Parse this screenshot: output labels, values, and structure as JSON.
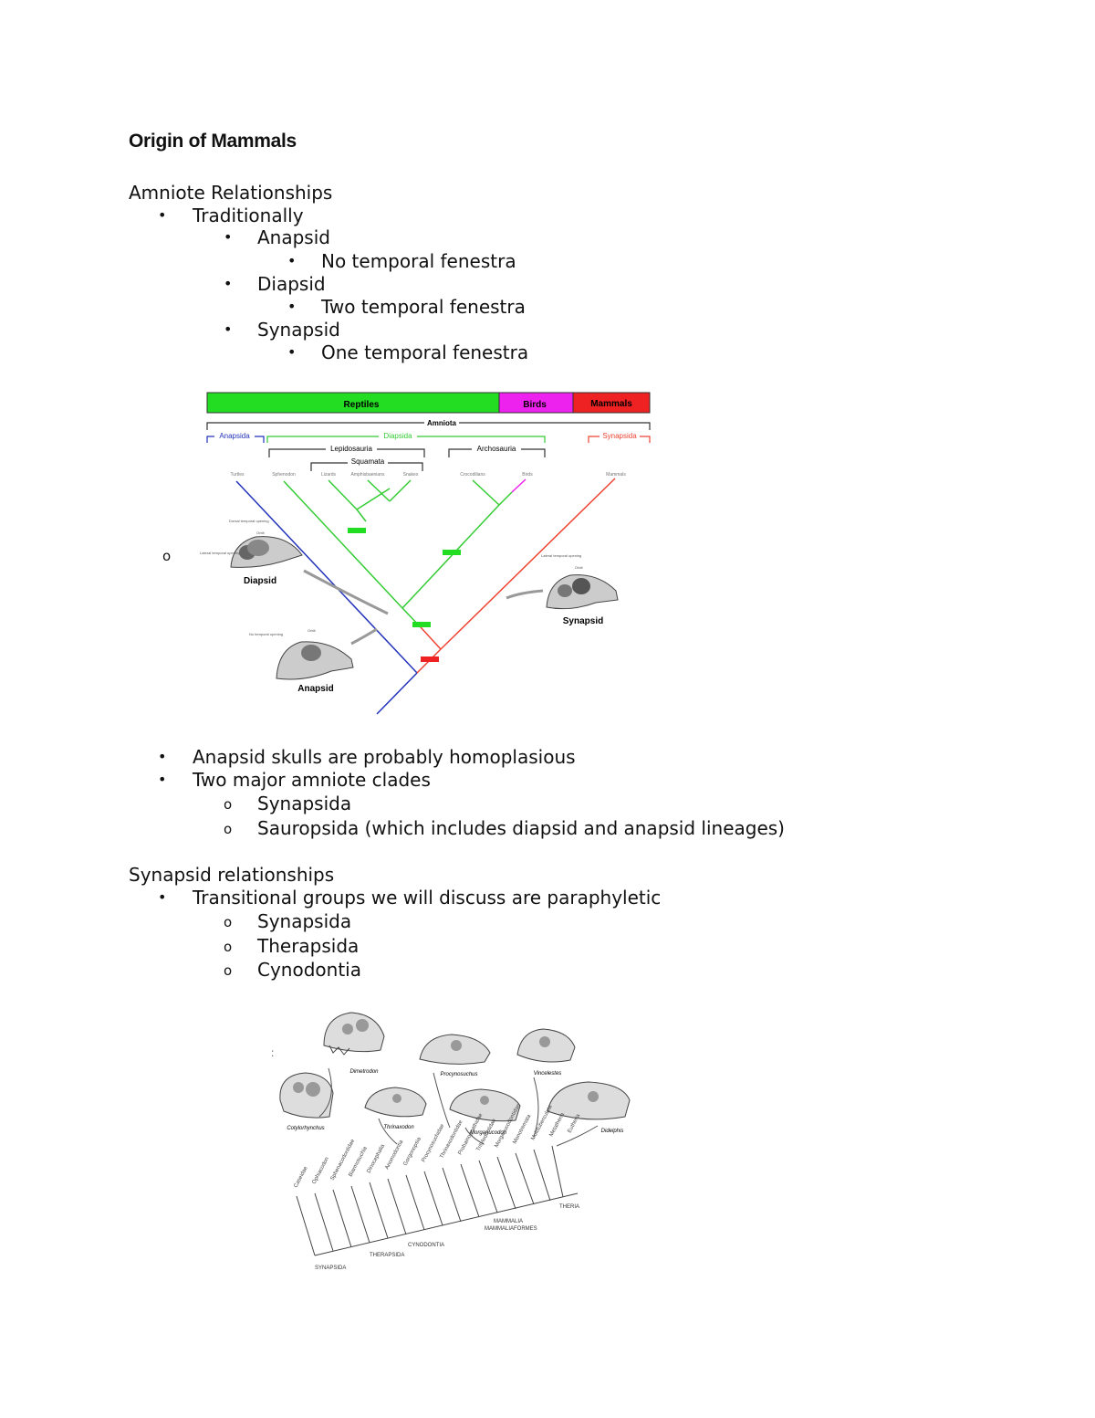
{
  "title": "Origin of Mammals",
  "sections": {
    "amniote": {
      "heading": "Amniote Relationships",
      "traditionally": "Traditionally",
      "anapsid": "Anapsid",
      "anapsid_desc": "No temporal fenestra",
      "diapsid": "Diapsid",
      "diapsid_desc": "Two temporal fenestra",
      "synapsid": "Synapsid",
      "synapsid_desc": "One temporal fenestra"
    },
    "after_fig1": {
      "point1": "Anapsid skulls are probably homoplasious",
      "point2": "Two major amniote clades",
      "sub1": "Synapsida",
      "sub2": "Sauropsida (which includes diapsid and anapsid lineages)"
    },
    "synapsid_rel": {
      "heading": "Synapsid relationships",
      "point1": "Transitional groups we will discuss are paraphyletic",
      "sub1": "Synapsida",
      "sub2": "Therapsida",
      "sub3": "Cynodontia"
    }
  },
  "bullets": {
    "disc": "•",
    "circle": "o"
  },
  "figure1": {
    "bar_reptiles": "Reptiles",
    "bar_birds": "Birds",
    "bar_mammals": "Mammals",
    "amniota": "Amniota",
    "anapsida": "Anapsida",
    "diapsida": "Diapsida",
    "synapsida": "Synapsida",
    "lepidosauria": "Lepidosauria",
    "squamata": "Squamata",
    "archosauria": "Archosauria",
    "taxa": [
      "Turtles",
      "Sphenodon",
      "Lizards",
      "Amphisbaenians",
      "Snakes",
      "Crocodilians",
      "Birds",
      "Mammals"
    ],
    "skull_diapsid": "Diapsid",
    "skull_synapsid": "Synapsid",
    "skull_anapsid": "Anapsid",
    "label_dorsal": "Dorsal temporal opening",
    "label_lateral": "Lateral temporal opening",
    "label_orbit": "Orbit",
    "label_no_opening": "No temporal opening",
    "colors": {
      "reptiles": "#22dd22",
      "birds": "#ee22ee",
      "mammals": "#ee2222",
      "anapsid_line": "#2233bb",
      "diapsid_line": "#33cc33",
      "synapsid_line": "#ee4433"
    }
  },
  "figure2": {
    "taxa": [
      "Caseidae",
      "Ophiacodon",
      "Sphenacodontidae",
      "Biarmosuchia",
      "Dinocephalia",
      "Anomodontia",
      "Gorgonopsia",
      "Procynosuchidae",
      "Thrinaxodontidae",
      "Probainognathidae",
      "Tritylodontidae",
      "Morganucodontidae",
      "Monotremata",
      "Multituberculata",
      "Metatheria",
      "Eutheria"
    ],
    "skulls": [
      "Dimetrodon",
      "Procynosuchus",
      "Morganucodon",
      "Cotylorhynchus",
      "Thrinaxodon",
      "Vincelestes",
      "Didelphis"
    ],
    "clades": [
      "THERIA",
      "MAMMALIA",
      "MAMMALIAFORMES",
      "CYNODONTIA",
      "THERAPSIDA",
      "SYNAPSIDA"
    ]
  }
}
